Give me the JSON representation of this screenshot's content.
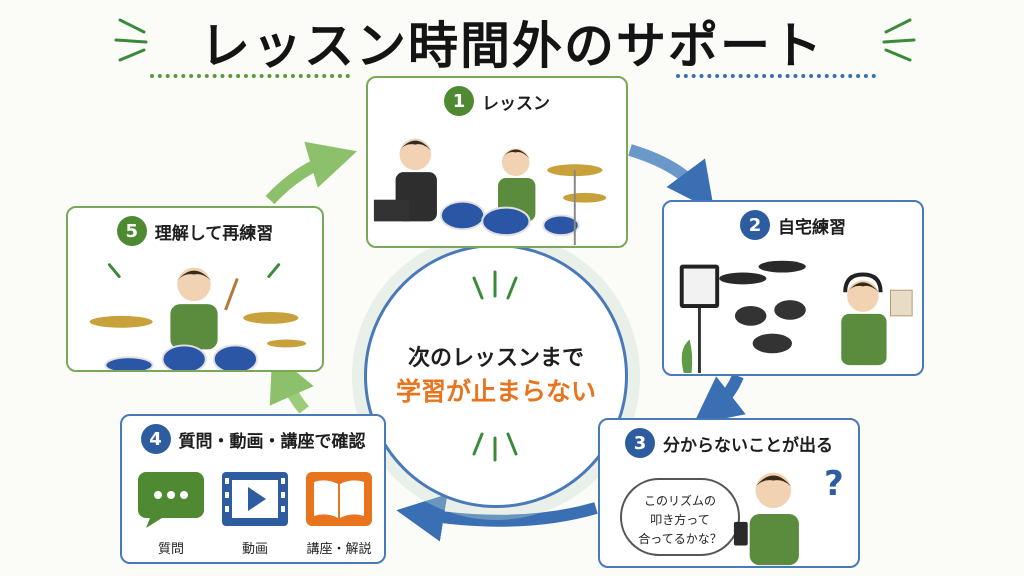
{
  "title": "レッスン時間外のサポート",
  "center": {
    "line1": "次のレッスンまで",
    "line2": "学習が止まらない"
  },
  "steps": [
    {
      "number": "1",
      "label": "レッスン"
    },
    {
      "number": "2",
      "label": "自宅練習"
    },
    {
      "number": "3",
      "label": "分からないことが出る"
    },
    {
      "number": "4",
      "label": "質問・動画・講座で確認"
    },
    {
      "number": "5",
      "label": "理解して再練習"
    }
  ],
  "support_tools": [
    {
      "label": "質問",
      "icon": "chat-bubble-icon"
    },
    {
      "label": "動画",
      "icon": "video-player-icon"
    },
    {
      "label": "講座・解説",
      "icon": "open-book-icon"
    }
  ],
  "speech_bubble": {
    "line1": "このリズムの",
    "line2": "叩き方って",
    "line3": "合ってるかな？"
  },
  "question_mark": "?",
  "colors": {
    "green": "#4f8a32",
    "blue": "#2d5d9e",
    "orange": "#e8741e",
    "arrow_green": "#8dc06a",
    "arrow_blue": "#3a6fb4"
  }
}
